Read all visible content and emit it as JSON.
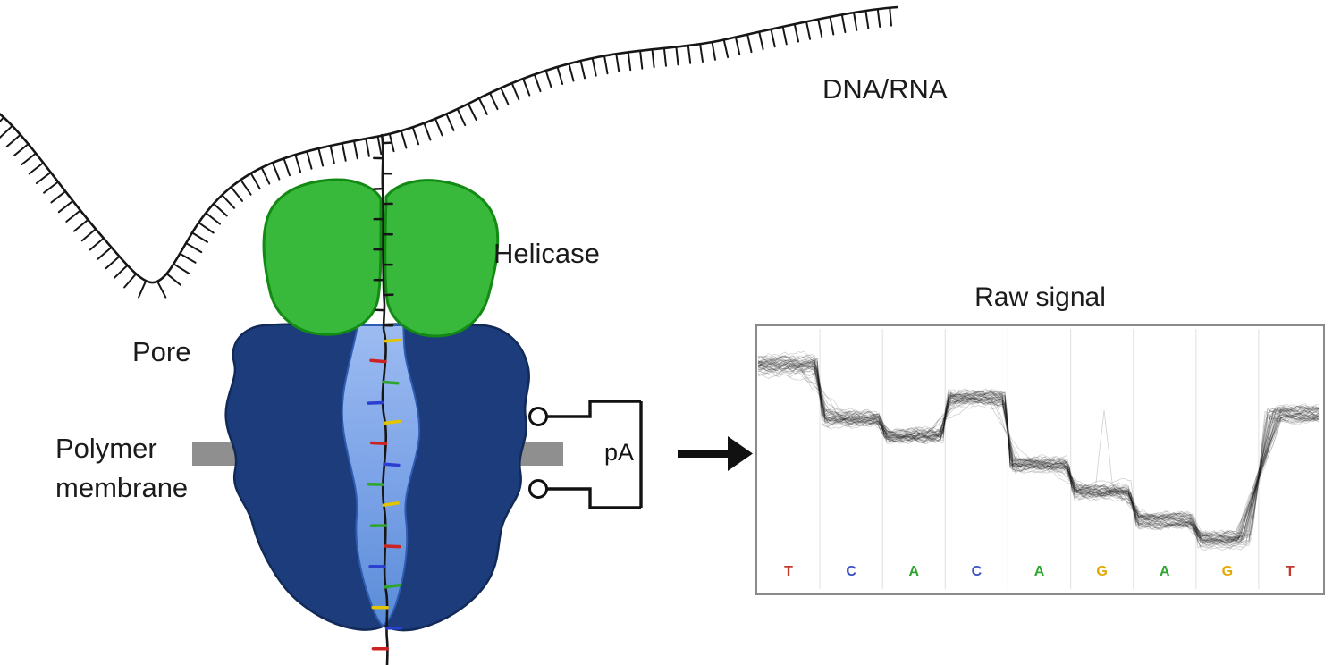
{
  "labels": {
    "dna_rna": "DNA/RNA",
    "helicase": "Helicase",
    "pore": "Pore",
    "membrane_line1": "Polymer",
    "membrane_line2": "membrane",
    "current_unit": "pA"
  },
  "colors": {
    "helicase_fill": "#38b93c",
    "helicase_stroke": "#128a14",
    "pore_fill": "#1d3c7c",
    "pore_stroke": "#122a57",
    "channel_fill_top": "#9cbbf1",
    "channel_fill_mid": "#7da4e8",
    "channel_fill_bottom": "#5b8cd8",
    "channel_stroke": "#2e5cb0",
    "membrane_fill": "#8f8f8f",
    "strand": "#161616",
    "trace": "#1a1a1a",
    "gridline": "#e4e4e4",
    "base_T": "#c0392b",
    "base_C": "#3a4fc0",
    "base_A": "#2ea62e",
    "base_G": "#e2a800"
  },
  "strand_tick_colors": [
    "#e2c400",
    "#cc2222",
    "#2ea62e",
    "#2a3fd0",
    "#e2c400",
    "#cc2222",
    "#2a3fd0",
    "#2ea62e",
    "#e2c400",
    "#2ea62e",
    "#cc2222",
    "#2a3fd0",
    "#2ea62e",
    "#e2c400",
    "#2a3fd0",
    "#cc2222",
    "#2ea62e"
  ],
  "chart_data": {
    "type": "line",
    "title": "Raw signal",
    "description": "Dozens of overlaid raw nanopore current traces (squiggles) forming stepwise levels, one level per base segment; levels_norm_top is the fractional vertical position of each step measured from the top of the plot box.",
    "n_segments": 9,
    "bases": [
      "T",
      "C",
      "A",
      "C",
      "A",
      "G",
      "A",
      "G",
      "T"
    ],
    "base_colors": [
      "#c0392b",
      "#3a4fc0",
      "#2ea62e",
      "#3a4fc0",
      "#2ea62e",
      "#e2a800",
      "#2ea62e",
      "#e2a800",
      "#c0392b"
    ],
    "levels_norm_top": [
      0.14,
      0.35,
      0.41,
      0.27,
      0.52,
      0.62,
      0.73,
      0.8,
      0.33
    ],
    "n_traces": 45,
    "grid": "light vertical separators between base segments",
    "axes": "none",
    "legend": "none"
  }
}
